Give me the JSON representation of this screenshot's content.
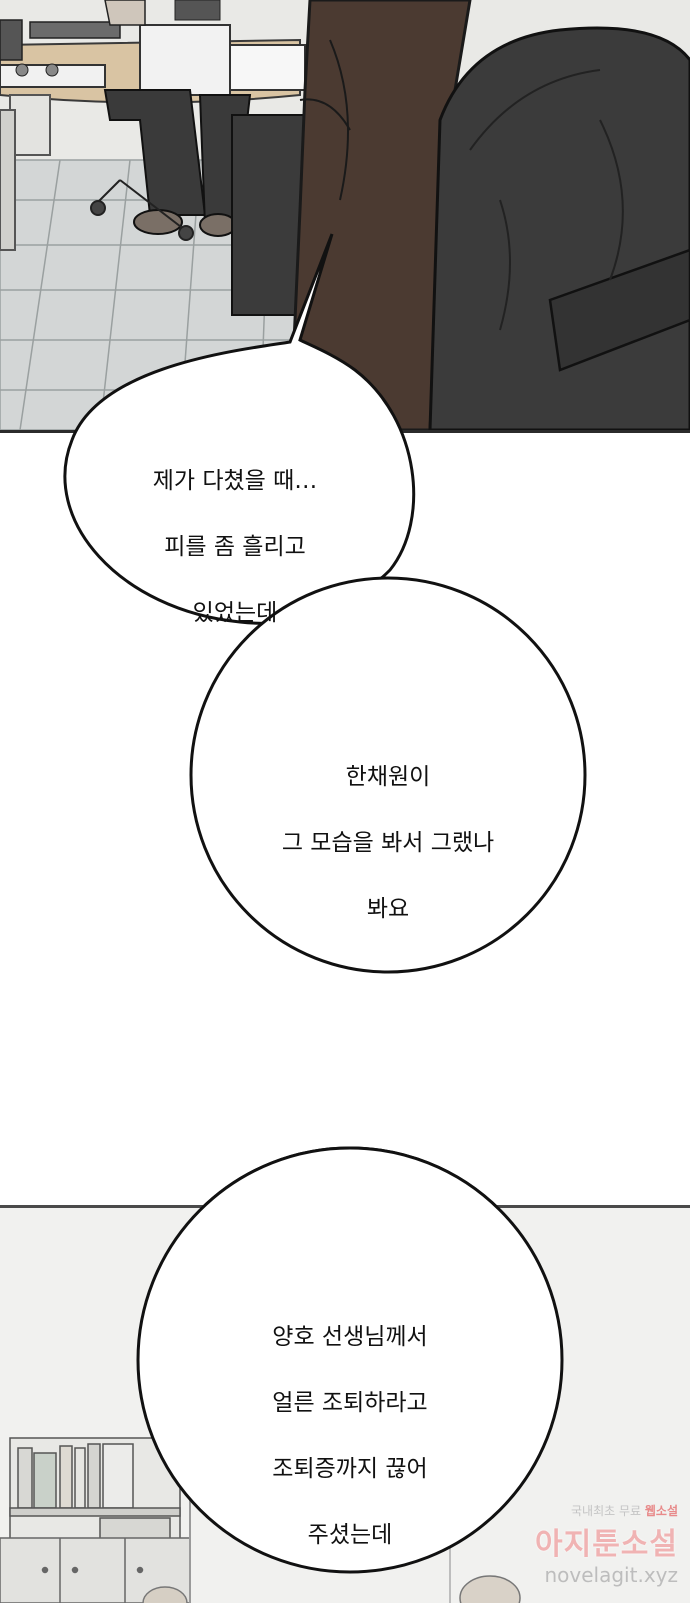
{
  "bubbles": {
    "first": {
      "lines": [
        "제가 다쳤을 때…",
        "피를 좀 흘리고",
        "있었는데"
      ]
    },
    "second": {
      "lines": [
        "한채원이",
        "그 모습을 봐서 그랬나",
        "봐요"
      ]
    },
    "third": {
      "lines": [
        "양호 선생님께서",
        "얼른 조퇴하라고",
        "조퇴증까지 끊어",
        "주셨는데"
      ]
    }
  },
  "watermark": {
    "tagline_prefix": "국내최초 무료",
    "tagline_highlight": "웹소설",
    "site_name": "아지툰소설",
    "domain": "novelagit.xyz"
  },
  "colors": {
    "panel_border": "#2b2b2b",
    "coat": "#4a3a30",
    "backpack": "#3a3a3a",
    "floor": "#d6d8d8",
    "watermark_pink": "#f0b3b3"
  }
}
